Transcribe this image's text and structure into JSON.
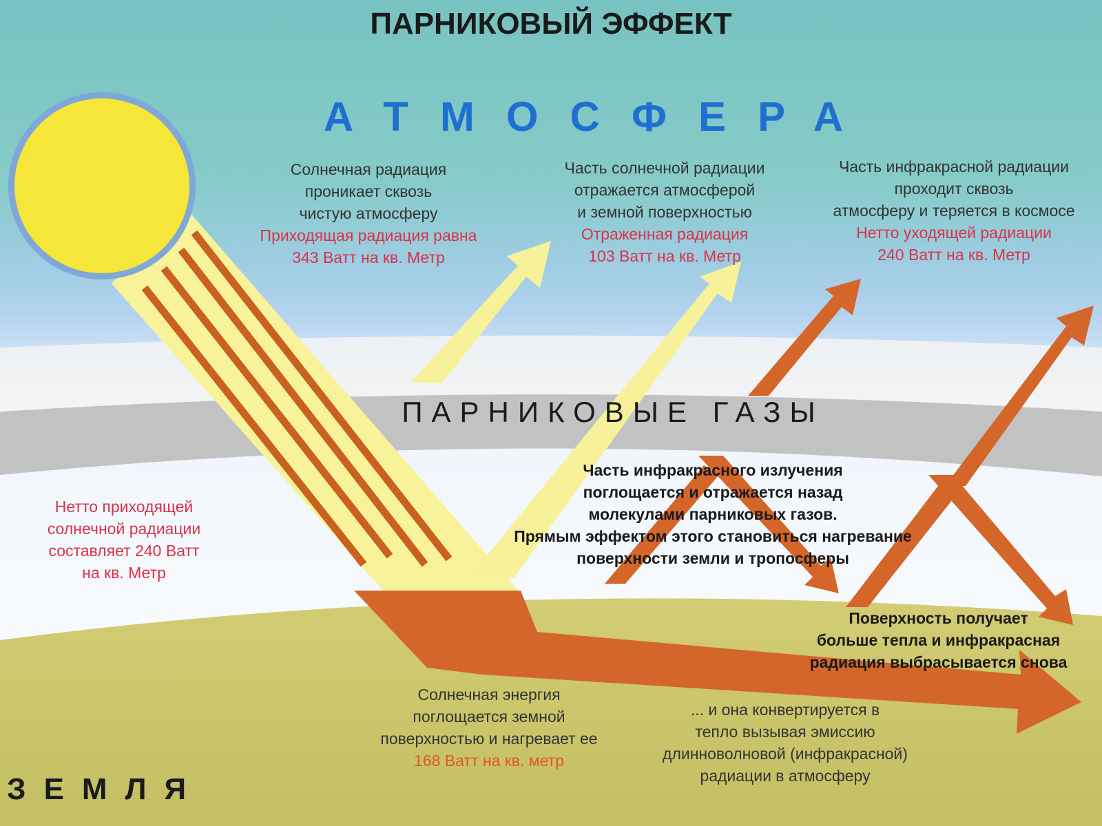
{
  "title": "ПАРНИКОВЫЙ ЭФФЕКТ",
  "atmosphere_label": "АТМОСФЕРА",
  "gases_label": "ПАРНИКОВЫЕ   ГАЗЫ",
  "earth_label": "ЗЕМЛЯ",
  "incoming": {
    "lines": [
      "Солнечная радиация",
      "проникает сквозь",
      "чистую атмосферу"
    ],
    "value_lines": [
      "Приходящая радиация равна",
      "343 Ватт на кв. Метр"
    ]
  },
  "reflected": {
    "lines": [
      "Часть солнечной радиации",
      "отражается атмосферой",
      "и земной поверхностью"
    ],
    "value_lines": [
      "Отраженная радиация",
      "103 Ватт на кв. Метр"
    ]
  },
  "outgoing": {
    "lines": [
      "Часть инфракрасной радиации",
      "проходит сквозь",
      "атмосферу и теряется в космосе"
    ],
    "value_lines": [
      "Нетто уходящей радиации",
      "240 Ватт на кв. Метр"
    ]
  },
  "net_incoming": {
    "lines": [
      "Нетто приходящей",
      "солнечной радиации",
      "составляет 240 Ватт",
      "на кв. Метр"
    ]
  },
  "absorbed_ir": {
    "lines": [
      "Часть инфракрасного излучения",
      "поглощается и отражается назад",
      "молекулами парниковых газов.",
      "Прямым эффектом этого становиться нагревание",
      "поверхности земли и тропосферы"
    ]
  },
  "surface_gets": {
    "lines": [
      "Поверхность получает",
      "больше тепла и инфракрасная",
      "радиация выбрасывается снова"
    ]
  },
  "solar_absorbed": {
    "lines": [
      "Солнечная энергия",
      "поглощается земной",
      "поверхностью и нагревает ее"
    ],
    "value_lines": [
      "168 Ватт на кв. метр"
    ]
  },
  "converted": {
    "lines": [
      "... и она конвертируется в",
      "тепло вызывая эмиссию",
      "длинноволновой (инфракрасной)",
      "радиации  в атмосферу"
    ]
  },
  "colors": {
    "sky_top": "#7cc6c3",
    "sky_blue": "#a9cdeb",
    "gas_band": "#c2c2c2",
    "ground": "#c9c46a",
    "sun": "#f6e63a",
    "sun_edge": "#7fa7d8",
    "beam": "#f8f39a",
    "ir_arrow": "#d4662a",
    "atmosphere_text": "#1f6fd0",
    "value_red": "#d8334a",
    "value_orange": "#e05a1a"
  }
}
